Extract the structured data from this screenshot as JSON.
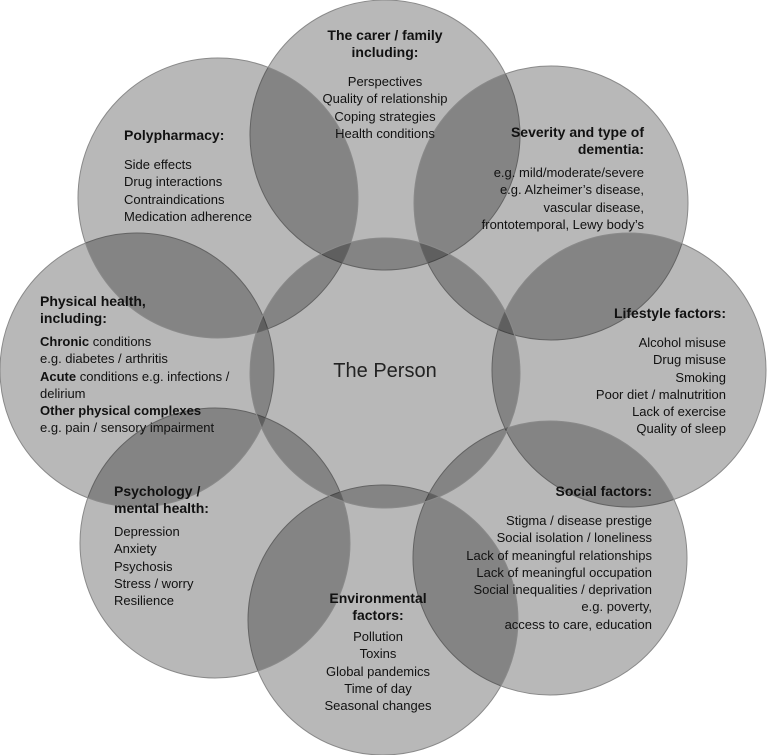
{
  "center": "The Person",
  "carer": {
    "title": "The carer / family including:",
    "items": [
      "Perspectives",
      "Quality of relationship",
      "Coping strategies",
      "Health conditions"
    ]
  },
  "severity": {
    "title": "Severity and type of dementia:",
    "items": [
      "e.g. mild/moderate/severe",
      "e.g. Alzheimer’s disease,",
      "vascular disease,",
      "frontotemporal, Lewy body’s"
    ]
  },
  "lifestyle": {
    "title": "Lifestyle factors:",
    "items": [
      "Alcohol misuse",
      "Drug misuse",
      "Smoking",
      "Poor diet / malnutrition",
      "Lack of exercise",
      "Quality of sleep"
    ]
  },
  "social": {
    "title": "Social factors:",
    "items": [
      "Stigma / disease prestige",
      "Social isolation / loneliness",
      "Lack of meaningful relationships",
      "Lack of meaningful occupation",
      "Social inequalities / deprivation",
      "e.g. poverty,",
      "access to care, education"
    ]
  },
  "environmental": {
    "title": "Environmental factors:",
    "items": [
      "Pollution",
      "Toxins",
      "Global pandemics",
      "Time of day",
      "Seasonal changes"
    ]
  },
  "psychology": {
    "title": "Psychology / mental health:",
    "items": [
      "Depression",
      "Anxiety",
      "Psychosis",
      "Stress / worry",
      "Resilience"
    ]
  },
  "physical": {
    "title": "Physical health, including:",
    "chronic_bold": "Chronic",
    "chronic_rest": " conditions",
    "chronic_eg": "e.g. diabetes / arthritis",
    "acute_bold": "Acute",
    "acute_rest": " conditions e.g. infections /",
    "acute_eg": "delirium",
    "other_bold": "Other physical complexes",
    "other_eg": " e.g. pain / sensory impairment"
  },
  "polypharmacy": {
    "title": "Polypharmacy:",
    "items": [
      "Side effects",
      "Drug interactions",
      "Contraindications",
      "Medication adherence"
    ]
  }
}
